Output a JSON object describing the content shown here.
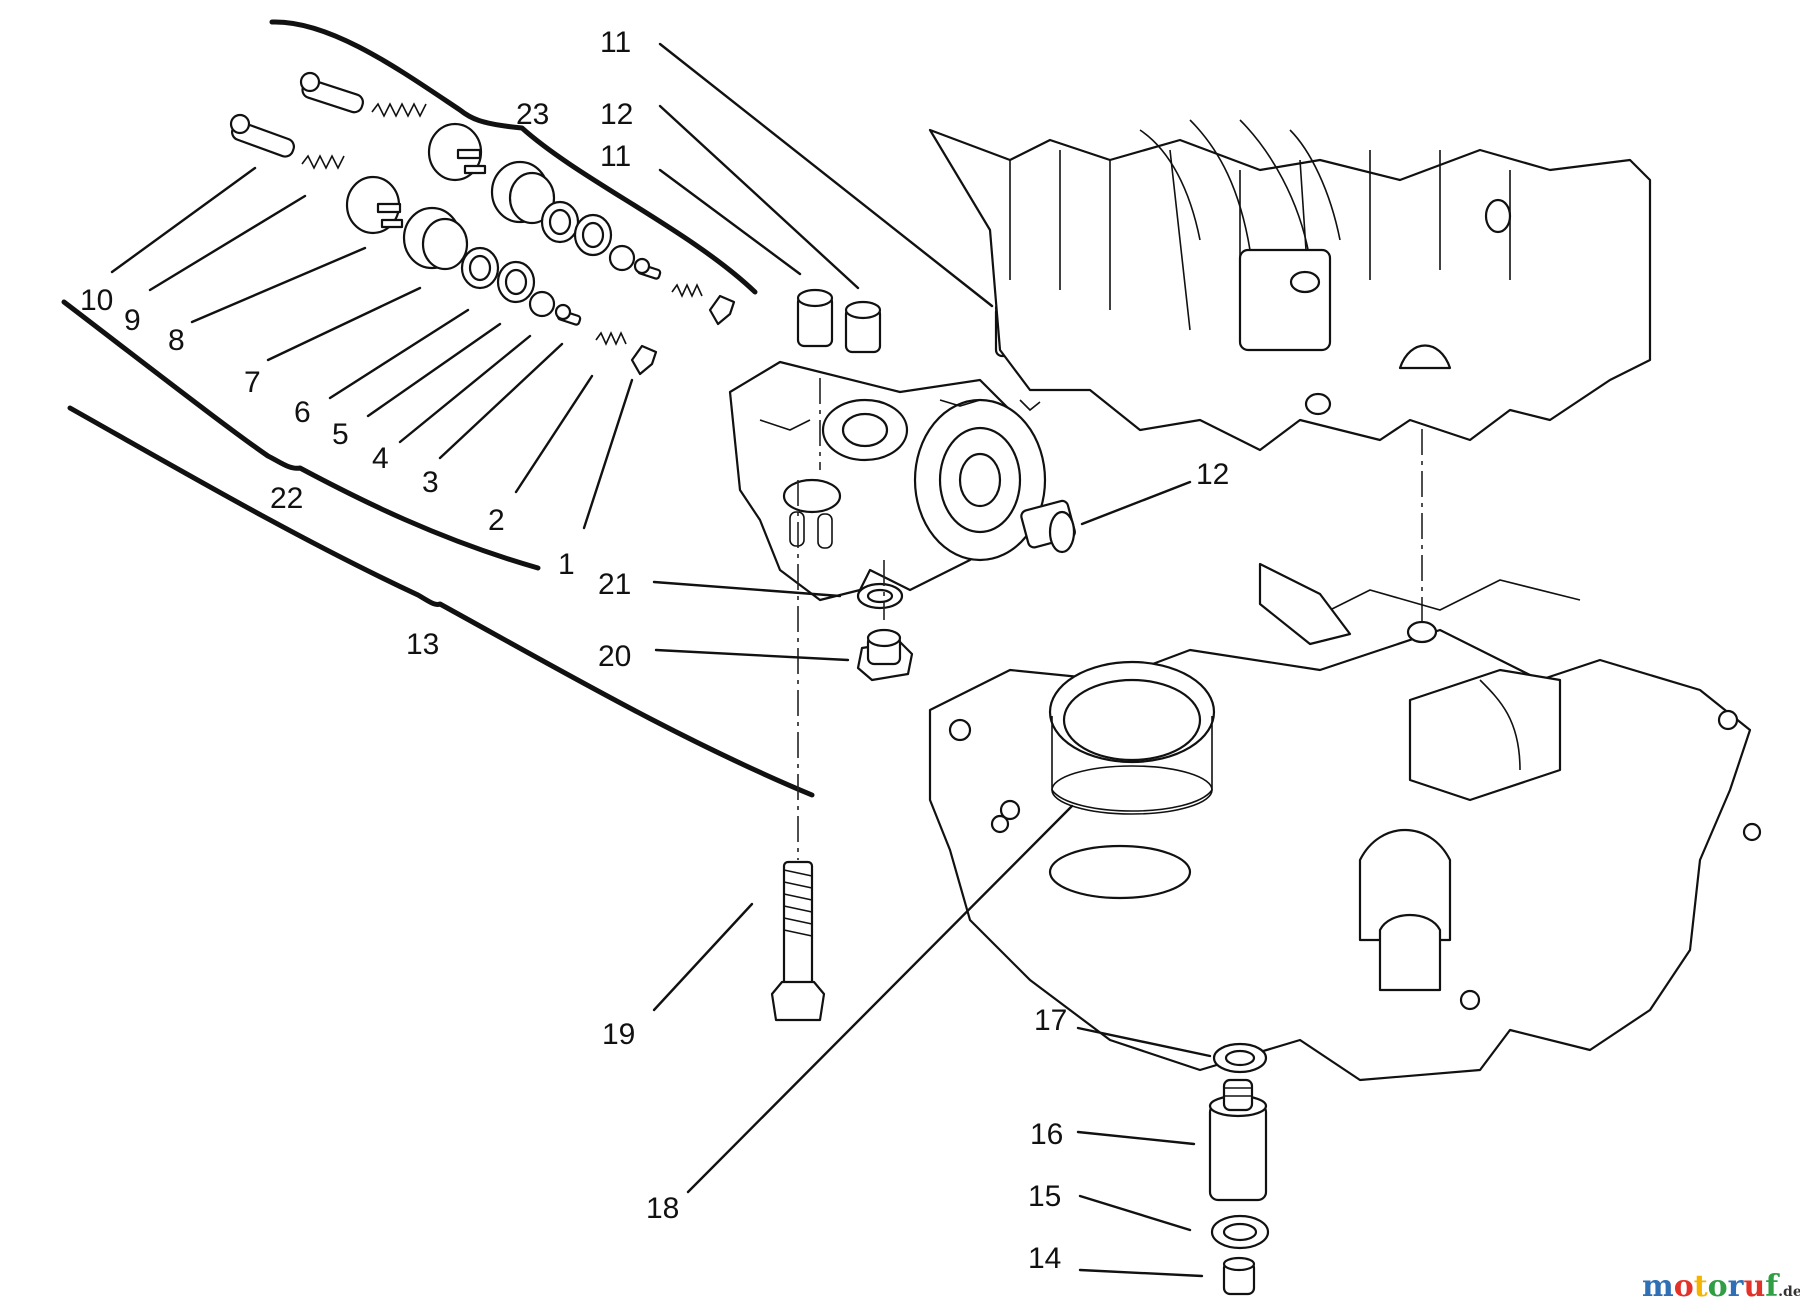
{
  "callouts": {
    "c1": "1",
    "c2": "2",
    "c3": "3",
    "c4": "4",
    "c5": "5",
    "c6": "6",
    "c7": "7",
    "c8": "8",
    "c9": "9",
    "c10": "10",
    "c11a": "11",
    "c11b": "11",
    "c12a": "12",
    "c12b": "12",
    "c13": "13",
    "c14": "14",
    "c15": "15",
    "c16": "16",
    "c17": "17",
    "c18": "18",
    "c19": "19",
    "c20": "20",
    "c21": "21",
    "c22": "22",
    "c23": "23"
  },
  "watermark": {
    "text": "motoruf",
    "suffix": ".de",
    "colors": [
      "#2f6fb5",
      "#e2332a",
      "#f4b400",
      "#2f9e44",
      "#2f6fb5",
      "#e2332a",
      "#2f9e44"
    ]
  }
}
